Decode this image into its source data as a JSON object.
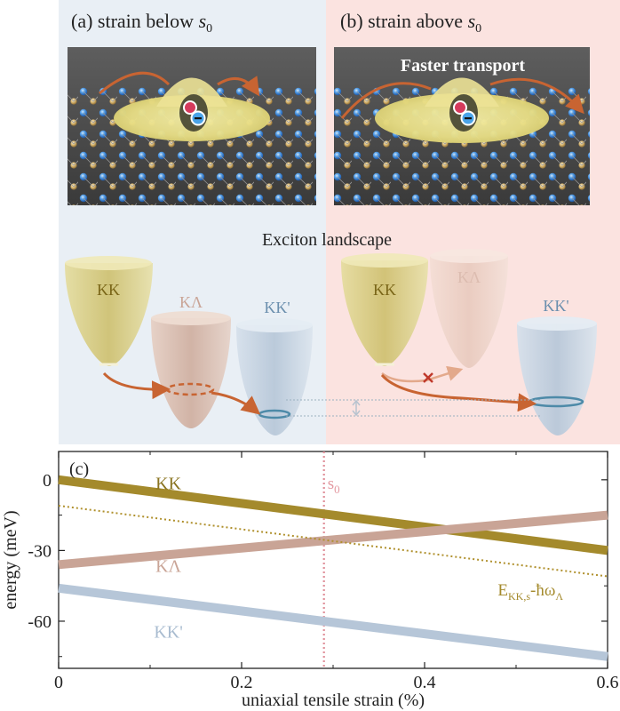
{
  "panels": {
    "a": {
      "prefix": "(a) strain below ",
      "var": "s",
      "sub": "0"
    },
    "b": {
      "prefix": "(b) strain above ",
      "var": "s",
      "sub": "0"
    },
    "c": {
      "label": "(c)"
    }
  },
  "illustration": {
    "faster_transport": "Faster transport"
  },
  "landscape": {
    "title": "Exciton landscape",
    "valleys_left": [
      "KK",
      "KΛ",
      "KK'"
    ],
    "valleys_right": [
      "KK",
      "KΛ",
      "KK'"
    ]
  },
  "colors": {
    "bg_left": "#e9eff5",
    "bg_right": "#fbe3e0",
    "kk": "#a48a2c",
    "klambda": "#c9a496",
    "kkp": "#b6c6d8",
    "arrow": "#c86432",
    "blocked": "#c0392b",
    "s0_line": "#e0909a"
  },
  "chart_data": {
    "type": "line",
    "xlabel": "uniaxial tensile strain (%)",
    "ylabel": "energy (meV)",
    "xlim": [
      0,
      0.6
    ],
    "ylim": [
      -80,
      12
    ],
    "xticks": [
      0,
      0.2,
      0.4,
      0.6
    ],
    "xtick_labels": [
      "0",
      "0.2",
      "0.4",
      "0.6"
    ],
    "yticks": [
      0,
      -30,
      -60
    ],
    "ytick_labels": [
      "0",
      "-30",
      "-60"
    ],
    "vline": {
      "x": 0.29,
      "label": "s",
      "sub": "0"
    },
    "series": [
      {
        "name": "KK",
        "x": [
          0,
          0.6
        ],
        "y": [
          0,
          -30
        ],
        "color": "#a48a2c",
        "style": "thick"
      },
      {
        "name": "KΛ",
        "x": [
          0,
          0.6
        ],
        "y": [
          -36,
          -15
        ],
        "color": "#c9a496",
        "style": "thick"
      },
      {
        "name": "KK'",
        "x": [
          0,
          0.6
        ],
        "y": [
          -46,
          -75
        ],
        "color": "#b6c6d8",
        "style": "thick"
      },
      {
        "name": "E",
        "sub": "KK,s",
        "suffix": "-ħω",
        "suffix_sub": "Λ",
        "x": [
          0,
          0.6
        ],
        "y": [
          -11,
          -41
        ],
        "color": "#b0912e",
        "style": "dotted"
      }
    ]
  }
}
